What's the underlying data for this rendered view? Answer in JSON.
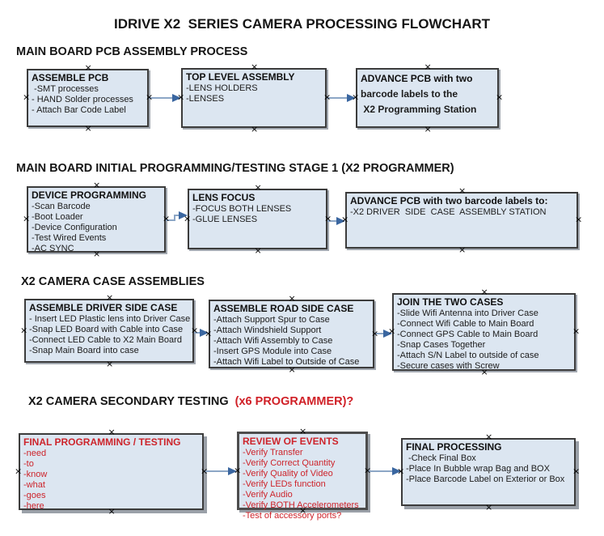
{
  "title": "IDRIVE X2  SERIES CAMERA PROCESSING FLOWCHART",
  "sections": {
    "s1": {
      "heading": "MAIN BOARD PCB ASSEMBLY PROCESS"
    },
    "s2": {
      "heading": "MAIN BOARD INITIAL PROGRAMMING/TESTING STAGE 1 (X2 PROGRAMMER)"
    },
    "s3": {
      "heading": "X2 CAMERA CASE ASSEMBLIES"
    },
    "s4": {
      "heading_black": "X2 CAMERA SECONDARY TESTING ",
      "heading_red": " (x6 PROGRAMMER)?"
    }
  },
  "boxes": {
    "r1a": {
      "title": "ASSEMBLE PCB",
      "items": [
        " -SMT processes",
        "- HAND Solder processes",
        "- Attach Bar Code Label"
      ]
    },
    "r1b": {
      "title": "TOP LEVEL ASSEMBLY",
      "items": [
        "-LENS HOLDERS",
        "-LENSES"
      ]
    },
    "r1c": {
      "title": "ADVANCE PCB with two",
      "items": [
        "barcode labels to the",
        " X2 Programming Station"
      ]
    },
    "r2a": {
      "title": "DEVICE PROGRAMMING",
      "items": [
        "-Scan Barcode",
        "-Boot Loader",
        "-Device Configuration",
        "-Test Wired Events",
        "-AC SYNC"
      ]
    },
    "r2b": {
      "title": "LENS FOCUS",
      "items": [
        "-FOCUS BOTH LENSES",
        "-GLUE LENSES"
      ]
    },
    "r2c": {
      "title": "ADVANCE PCB with two barcode labels to:",
      "items": [
        "-X2 DRIVER  SIDE  CASE  ASSEMBLY STATION"
      ]
    },
    "r3a": {
      "title": "ASSEMBLE DRIVER SIDE CASE",
      "items": [
        "- Insert LED Plastic lens into Driver Case",
        "-Snap LED Board with Cable into Case",
        "-Connect LED Cable to X2 Main Board",
        "-Snap Main Board into case"
      ]
    },
    "r3b": {
      "title": "ASSEMBLE ROAD SIDE CASE",
      "items": [
        "-Attach Support Spur to Case",
        "-Attach Windshield Support",
        "-Attach Wifi Assembly to Case",
        "-Insert GPS Module into Case",
        "-Attach Wifi Label to Outside of Case"
      ]
    },
    "r3c": {
      "title": "JOIN THE TWO CASES",
      "items": [
        "-Slide Wifi Antenna into Driver Case",
        "-Connect Wifi Cable to Main Board",
        "-Connect GPS Cable to Main Board",
        "-Snap Cases Together",
        "-Attach S/N Label to outside of case",
        "-Secure cases with Screw"
      ]
    },
    "r4a": {
      "title": "FINAL PROGRAMMING / TESTING",
      "items": [
        "-need",
        "-to",
        "-know",
        "-what",
        "-goes",
        "-here"
      ]
    },
    "r4b": {
      "title": "REVIEW OF EVENTS",
      "items": [
        "-Verify Transfer",
        "-Verify Correct Quantity",
        "-Verify Quality of Video",
        "-Verify LEDs function",
        "-Verify Audio",
        "-Verify BOTH Accelerometers",
        "-Test of accessory ports?"
      ]
    },
    "r4c": {
      "title": "FINAL PROCESSING",
      "items": [
        " -Check Final Box",
        "-Place In Bubble wrap Bag and BOX",
        "-Place Barcode Label on Exterior or Box"
      ]
    }
  },
  "connections": [
    {
      "from": "ASSEMBLE PCB",
      "to": "TOP LEVEL ASSEMBLY"
    },
    {
      "from": "TOP LEVEL ASSEMBLY",
      "to": "ADVANCE PCB with two barcode labels to the X2 Programming Station"
    },
    {
      "from": "DEVICE PROGRAMMING",
      "to": "LENS FOCUS"
    },
    {
      "from": "LENS FOCUS",
      "to": "ADVANCE PCB with two barcode labels to: X2 DRIVER SIDE CASE ASSEMBLY STATION"
    },
    {
      "from": "ASSEMBLE DRIVER SIDE CASE",
      "to": "ASSEMBLE ROAD SIDE CASE"
    },
    {
      "from": "ASSEMBLE ROAD SIDE CASE",
      "to": "JOIN THE TWO CASES"
    },
    {
      "from": "FINAL PROGRAMMING / TESTING",
      "to": "REVIEW OF EVENTS"
    },
    {
      "from": "REVIEW OF EVENTS",
      "to": "FINAL PROCESSING"
    }
  ],
  "colors": {
    "box_fill": "#dce6f1",
    "box_border": "#3c3c3c",
    "red_text": "#cd242b",
    "heading_red": "#d02027",
    "arrow_line": "#8ca6c6",
    "arrow_head": "#3a66a0"
  }
}
